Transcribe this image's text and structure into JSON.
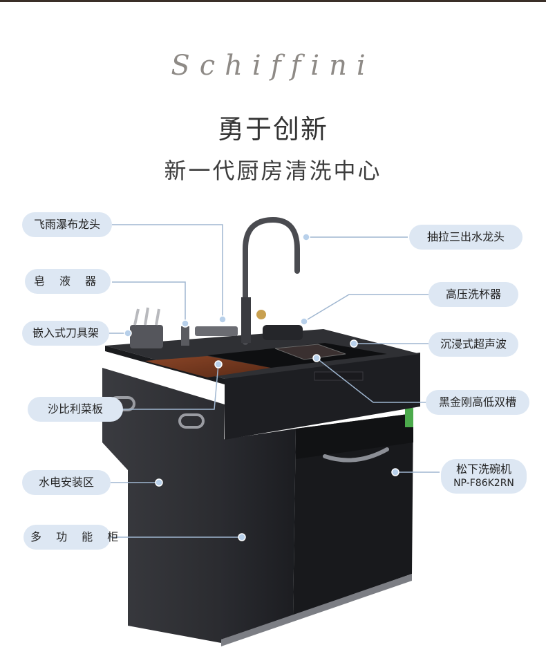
{
  "brand": "Schiffini",
  "headline": "勇于创新",
  "subline": "新一代厨房清洗中心",
  "labels": {
    "faucet_rain": "飞雨瀑布龙头",
    "soap": "皂 液 器",
    "knife": "嵌入式刀具架",
    "board": "沙比利菜板",
    "utility": "水电安装区",
    "cabinet": "多 功 能 柜",
    "pullout": "抽拉三出水龙头",
    "cup": "高压洗杯器",
    "ultra": "沉浸式超声波",
    "sink": "黑金刚高低双槽",
    "dishwasher": "松下洗碗机",
    "dishwasher_model": "NP-F86K2RN"
  },
  "colors": {
    "label_bg": "#dde7f3",
    "leader": "#9fb6d0",
    "dot": "#a9c4e3",
    "cabinet_body": "#2b2c30",
    "board": "#7a3b22"
  }
}
